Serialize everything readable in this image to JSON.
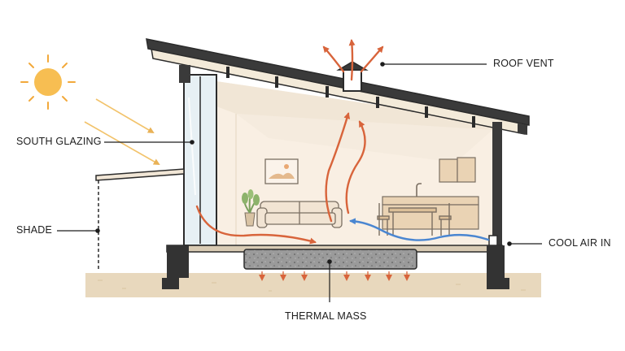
{
  "labels": {
    "roof_vent": "ROOF VENT",
    "south_glazing": "SOUTH GLAZING",
    "shade": "SHADE",
    "cool_air_in": "COOL AIR IN",
    "thermal_mass": "THERMAL MASS"
  },
  "colors": {
    "outline": "#2b2b2b",
    "wall": "#3a3a3a",
    "interior": "#f9efe3",
    "ceiling": "#f1e6d6",
    "ground": "#e8d8bd",
    "sun": "#f7be52",
    "sun_ray": "#f2c36b",
    "warm_air": "#d8643b",
    "cool_air": "#4a86d1",
    "slab": "#9b9b9b"
  },
  "icons": {
    "sun": "sun-icon",
    "warm_air_arrow": "warm-air-arrow",
    "cool_air_arrow": "cool-air-arrow",
    "heat_release_arrow": "heat-down-arrow"
  }
}
